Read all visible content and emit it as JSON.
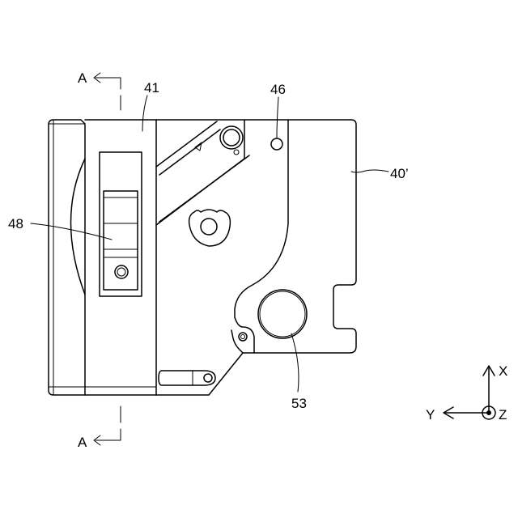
{
  "labels": {
    "section_top": "A",
    "section_bottom": "A",
    "part_41": "41",
    "part_46": "46",
    "part_40": "40’",
    "part_48": "48",
    "part_53": "53"
  },
  "axes": {
    "x": "X",
    "y": "Y",
    "z": "Z"
  }
}
